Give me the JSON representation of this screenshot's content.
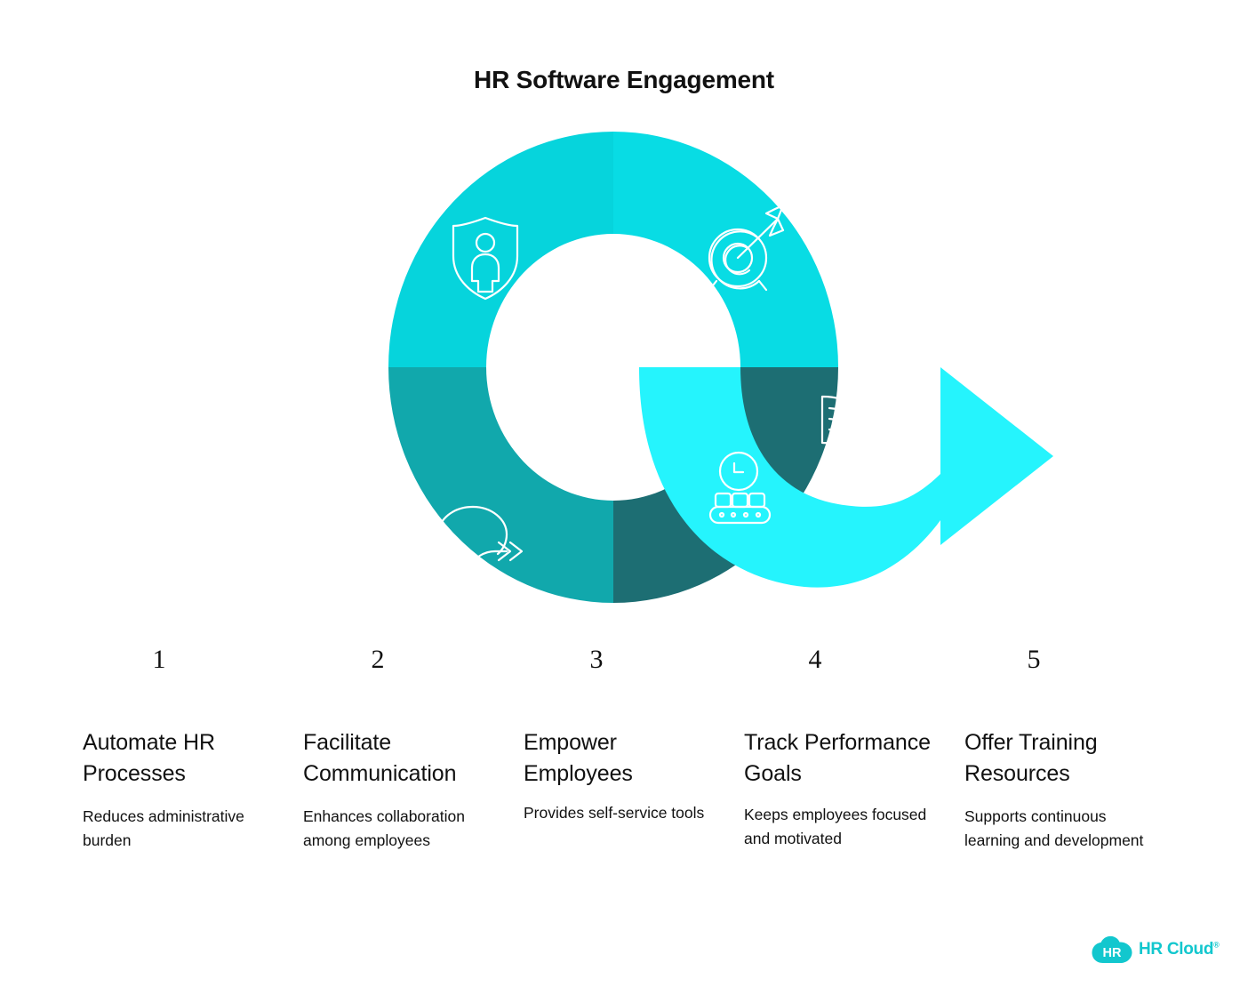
{
  "title": "HR Software Engagement",
  "colors": {
    "cyan_primary": "#06D4DC",
    "cyan_light": "#08DCE4",
    "cyan_bright": "#25F4FD",
    "teal": "#11A8AC",
    "teal_dark": "#1D6E73",
    "text": "#111111",
    "brand": "#12C7CE",
    "background": "#FFFFFF"
  },
  "chart_data": {
    "type": "pie",
    "title": "HR Software Engagement",
    "subtitle": "",
    "xlabel": "",
    "ylabel": "",
    "legend_position": "below",
    "grid": false,
    "note": "Donut with four equal 90-degree quadrants plus a fifth segment rendered as a curved arrow tail exiting to the right.",
    "categories": [
      "Automate HR Processes",
      "Facilitate Communication",
      "Empower Employees",
      "Track Performance Goals",
      "Offer Training Resources"
    ],
    "values": [
      25,
      25,
      25,
      25,
      25
    ],
    "segments": [
      {
        "number": "1",
        "label": "Automate HR Processes",
        "position": "top-left-quadrant",
        "color": "#06D4DC",
        "icon": "shield-person-icon",
        "start_angle": 270,
        "end_angle": 360
      },
      {
        "number": "2",
        "label": "Facilitate Communication",
        "position": "bottom-left-quadrant",
        "color": "#11A8AC",
        "icon": "speech-bubble-arrow-icon",
        "start_angle": 180,
        "end_angle": 270
      },
      {
        "number": "3",
        "label": "Empower Employees",
        "position": "bottom-right-quadrant",
        "color": "#1D6E73",
        "icon": "clock-conveyor-icon",
        "start_angle": 90,
        "end_angle": 180
      },
      {
        "number": "4",
        "label": "Track Performance Goals",
        "position": "top-right-quadrant",
        "color": "#08DCE4",
        "icon": "target-arrow-icon",
        "start_angle": 0,
        "end_angle": 90
      },
      {
        "number": "5",
        "label": "Offer Training Resources",
        "position": "arrow-tail",
        "color": "#25F4FD",
        "icon": "book-lightbulb-icon",
        "start_angle": null,
        "end_angle": null
      }
    ]
  },
  "numbers": [
    "1",
    "2",
    "3",
    "4",
    "5"
  ],
  "columns": [
    {
      "number": "1",
      "heading": "Automate HR Processes",
      "body": "Reduces administrative burden"
    },
    {
      "number": "2",
      "heading": "Facilitate Communication",
      "body": "Enhances collaboration among employees"
    },
    {
      "number": "3",
      "heading": "Empower Employees",
      "body": "Provides self-service tools"
    },
    {
      "number": "4",
      "heading": "Track Performance Goals",
      "body": "Keeps employees focused and motivated"
    },
    {
      "number": "5",
      "heading": "Offer Training Resources",
      "body": "Supports continuous learning and development"
    }
  ],
  "logo": {
    "mark_text": "HR",
    "wordmark": "HR Cloud",
    "registered": "®"
  }
}
